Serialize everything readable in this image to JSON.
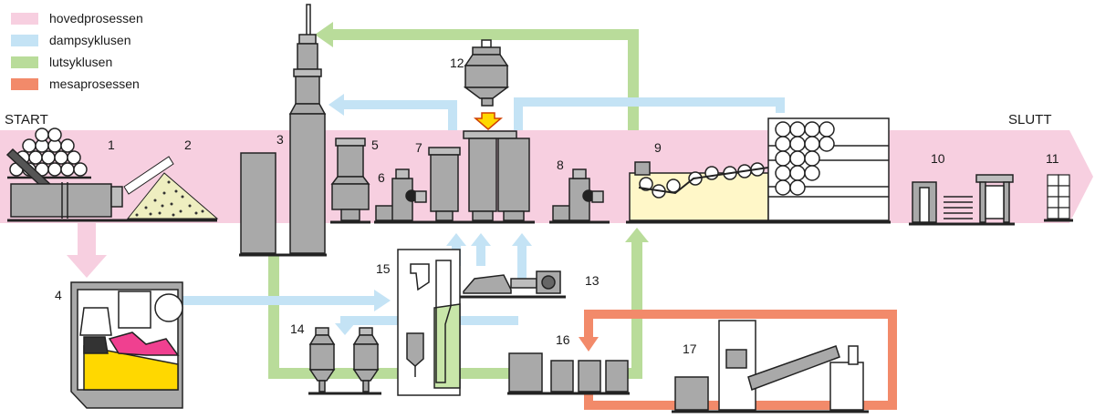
{
  "colors": {
    "main": "#f7cfe0",
    "steam": "#c4e3f5",
    "liquor": "#b9dc9a",
    "mesa": "#f28a6a",
    "hopper_arrow": "#ffd800",
    "machine": "#a9a9a9",
    "pulp_bath": "#fff7c8"
  },
  "legend": [
    {
      "label": "hovedprosessen",
      "color": "#f7cfe0"
    },
    {
      "label": "dampsyklusen",
      "color": "#c4e3f5"
    },
    {
      "label": "lutsyklusen",
      "color": "#b9dc9a"
    },
    {
      "label": "mesaprosessen",
      "color": "#f28a6a"
    }
  ],
  "labels": {
    "start": "START",
    "end": "SLUTT"
  },
  "steps": [
    "1",
    "2",
    "3",
    "4",
    "5",
    "6",
    "7",
    "8",
    "9",
    "10",
    "11",
    "12",
    "13",
    "14",
    "15",
    "16",
    "17"
  ]
}
